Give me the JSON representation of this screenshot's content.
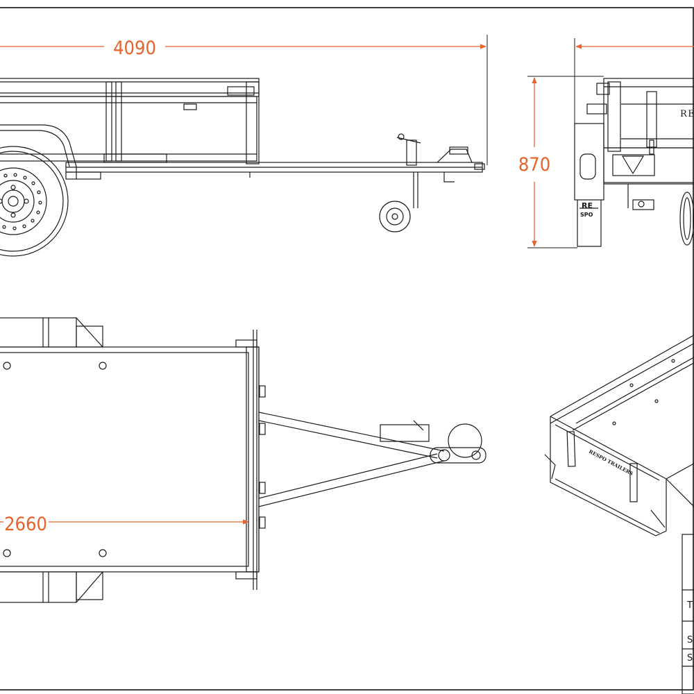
{
  "dimensions": {
    "overall_length": "4090",
    "height": "870",
    "body_length": "2660"
  },
  "branding": {
    "side_text": "RES",
    "rear_logo_top": "RE",
    "rear_logo_bottom": "SPO",
    "iso_text": "RESPO TRAILERS"
  },
  "title_block": {
    "rows": [
      "T",
      "S",
      "S"
    ]
  },
  "colors": {
    "dimension": "#e8632b",
    "linework": "#1a1a1a",
    "frame": "#000000"
  }
}
